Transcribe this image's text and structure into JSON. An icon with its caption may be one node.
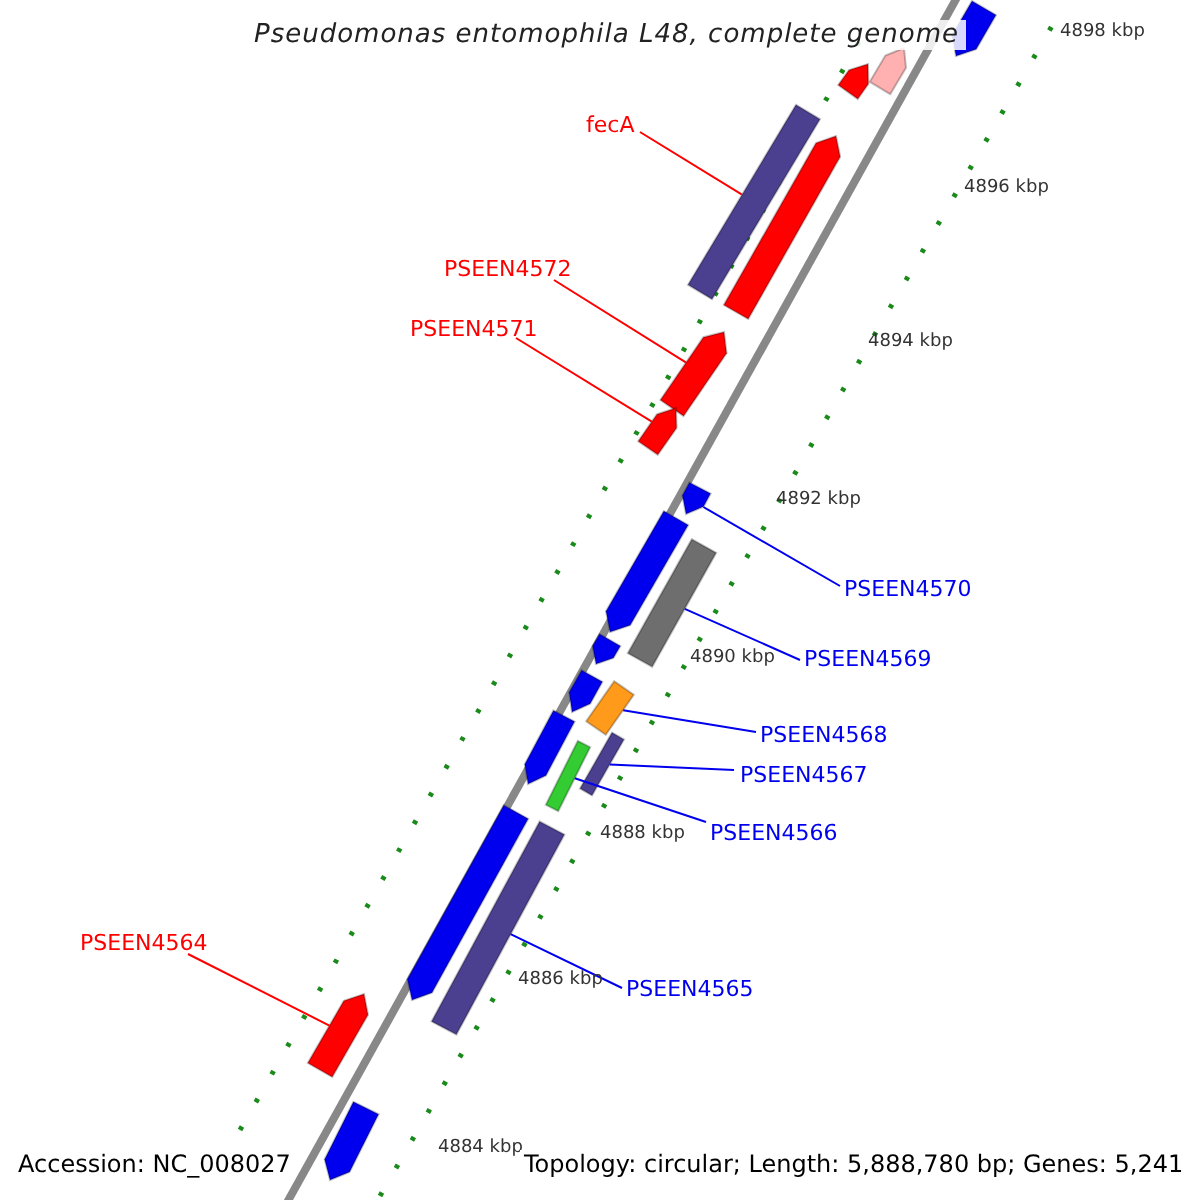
{
  "diagram": {
    "title": "Pseudomonas entomophila L48, complete genome",
    "nodes": [
      {
        "text": [
          "fecA"
        ]
      },
      {
        "text": [],
        "shape": "bar"
      },
      {
        "text": [
          "PSEEN4572"
        ]
      },
      {
        "text": [],
        "shape": "bar"
      },
      {
        "text": [
          "PSEEN4571"
        ]
      },
      {
        "text": [],
        "shape": "bar"
      },
      {
        "text": [
          "PSEEN4570"
        ]
      },
      {
        "text": [],
        "shape": "bar"
      },
      {
        "text": [
          "PSEEN4569"
        ]
      },
      {
        "text": [],
        "shape": "bar"
      },
      {
        "text": [
          "PSEEN4568"
        ]
      },
      {
        "text": [],
        "shape": "bar"
      },
      {
        "text": [
          "PSEEN4567"
        ]
      },
      {
        "text": [],
        "shape": "bar"
      },
      {
        "text": [
          "PSEEN4566"
        ]
      },
      {
        "text": [],
        "shape": "bar"
      },
      {
        "text": [
          "PSEEN4564"
        ]
      },
      {
        "text": [],
        "shape": "bar"
      },
      {
        "text": [
          "PSEEN4565"
        ]
      },
      {
        "text": [],
        "shape": "bar"
      },
      {
        "text": [],
        "shape": "bar"
      },
      {
        "text": [],
        "shape": "bar"
      },
      {
        "text": [],
        "shape": "bar"
      },
      {
        "text": [],
        "shape": "bar"
      },
      {
        "text": [],
        "shape": "bar"
      },
      {
        "text": [],
        "shape": "bar"
      },
      {
        "text": [],
        "shape": "bar"
      },
      {
        "text": [],
        "shape": "bar"
      },
      {
        "text": [],
        "shape": "bar"
      },
      {
        "text": [],
        "shape": "bar"
      }
    ],
    "edges": [
      {
        "from": 0,
        "to": 1,
        "arrow": "none",
        "color": "#ff0000"
      },
      {
        "from": 2,
        "to": 3,
        "arrow": "none",
        "color": "#ff0000"
      },
      {
        "from": 4,
        "to": 5,
        "arrow": "none",
        "color": "#ff0000"
      },
      {
        "from": 6,
        "to": 7,
        "arrow": "none"
      },
      {
        "from": 8,
        "to": 9,
        "arrow": "none"
      },
      {
        "from": 10,
        "to": 11,
        "arrow": "none"
      },
      {
        "from": 12,
        "to": 13,
        "arrow": "none"
      },
      {
        "from": 14,
        "to": 15,
        "arrow": "none"
      },
      {
        "from": 16,
        "to": 17,
        "arrow": "none",
        "color": "#ff0000"
      },
      {
        "from": 18,
        "to": 19,
        "arrow": "none"
      }
    ],
    "labels": [
      "4898 kbp",
      "4896 kbp",
      "4894 kbp",
      "4892 kbp",
      "4890 kbp",
      "4888 kbp",
      "4886 kbp",
      "4884 kbp",
      "Accession: NC_008027",
      "Topology: circular; Length: 5,888,780 bp; Genes: 5,241"
    ]
  }
}
